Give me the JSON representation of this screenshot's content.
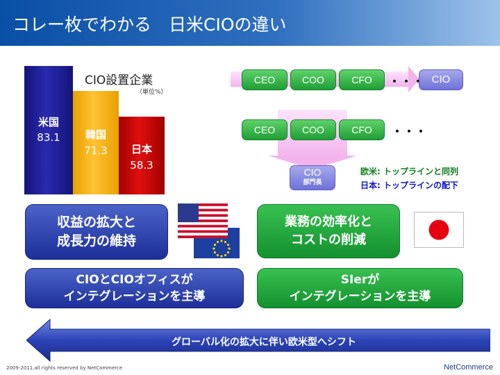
{
  "header": {
    "title": "コレー枚でわかる　日米CIOの違い"
  },
  "chart_data": {
    "type": "bar",
    "title": "CIO設置企業",
    "unit_note": "（単位%）",
    "categories": [
      "米国",
      "韓国",
      "日本"
    ],
    "values": [
      83.1,
      71.3,
      58.3
    ],
    "value_labels": [
      "83.1",
      "71.3",
      "58.3"
    ],
    "colors": [
      "#1e1e96",
      "#f7b118",
      "#c80808"
    ]
  },
  "org": {
    "row1": [
      "CEO",
      "COO",
      "CFO"
    ],
    "row1_dots": "・・・",
    "row1_end": "CIO",
    "row2": [
      "CEO",
      "COO",
      "CFO"
    ],
    "row2_dots": "・・・",
    "cio": "CIO",
    "cio_sub": "部門長"
  },
  "legend": {
    "europe_us": "欧米: トップラインと同列",
    "japan": "日本: トップラインの配下",
    "europe_us_color": "#0b7a1c",
    "japan_color": "#1010c8"
  },
  "boxes": {
    "us_goal": [
      "収益の拡大と",
      "成長力の維持"
    ],
    "jp_goal": [
      "業務の効率化と",
      "コストの削減"
    ],
    "us_lead": [
      "CIOとCIOオフィスが",
      "インテグレーションを主導"
    ],
    "jp_lead": [
      "SIerが",
      "インテグレーションを主導"
    ]
  },
  "band": {
    "text": "グローバル化の拡大に伴い欧米型へシフト"
  },
  "footer": {
    "copyright": "2009-2011,all rights reserved by NetCommerce",
    "brand": "NetCommerce"
  }
}
